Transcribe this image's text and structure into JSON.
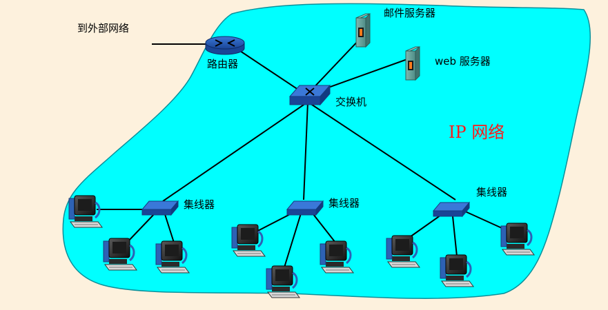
{
  "labels": {
    "external": "到外部网络",
    "router": "路由器",
    "mail_server": "邮件服务器",
    "web_server": "web 服务器",
    "switch": "交换机",
    "network": "IP 网络",
    "hub_left": "集线器",
    "hub_middle": "集线器",
    "hub_right": "集线器"
  },
  "colors": {
    "background": "#fdf1dd",
    "network_area": "#00ffff",
    "device_blue": "#1f4fa8",
    "network_text": "#ff1a1a"
  },
  "icons": {
    "router": "router-icon",
    "switch": "switch-icon",
    "hub": "hub-icon",
    "server": "server-icon",
    "computer": "computer-icon"
  }
}
